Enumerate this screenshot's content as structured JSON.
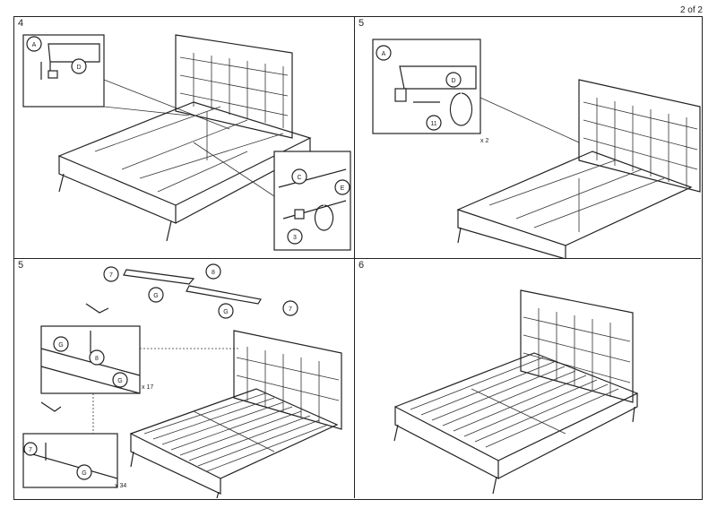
{
  "page_label": "2 of 2",
  "panels": [
    {
      "step": "4",
      "callouts": [
        "A",
        "D",
        "C",
        "E",
        "3"
      ]
    },
    {
      "step": "5",
      "callouts": [
        "A",
        "D",
        "11"
      ],
      "quantity": "x 2"
    },
    {
      "step": "5",
      "callouts": [
        "7",
        "8",
        "G",
        "G",
        "7",
        "G",
        "8",
        "G",
        "7",
        "G"
      ],
      "quantities": [
        "x 17",
        "x 34"
      ]
    },
    {
      "step": "6"
    }
  ],
  "icons": [
    "hand-icon",
    "arrow-down-icon",
    "rotate-arrow-icon"
  ]
}
